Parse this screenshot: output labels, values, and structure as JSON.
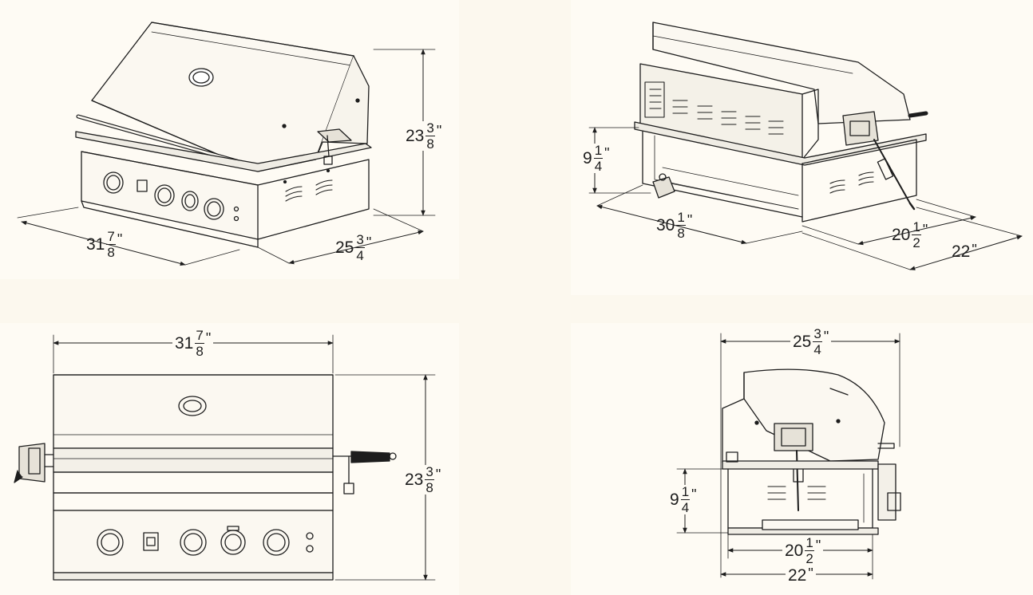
{
  "colors": {
    "background": "#fcf8ee",
    "panel": "#fefbf4",
    "line": "#1d1d1d"
  },
  "views": {
    "front_iso": {
      "width": {
        "whole": "31",
        "num": "7",
        "den": "8",
        "unit": "\""
      },
      "depth": {
        "whole": "25",
        "num": "3",
        "den": "4",
        "unit": "\""
      },
      "height": {
        "whole": "23",
        "num": "3",
        "den": "8",
        "unit": "\""
      }
    },
    "rear_iso": {
      "cutout_height": {
        "whole": "9",
        "num": "1",
        "den": "4",
        "unit": "\""
      },
      "cutout_width": {
        "whole": "30",
        "num": "1",
        "den": "8",
        "unit": "\""
      },
      "cutout_depth": {
        "whole": "20",
        "num": "1",
        "den": "2",
        "unit": "\""
      },
      "overall_depth": {
        "value": "22",
        "unit": "\""
      }
    },
    "front_elevation": {
      "width": {
        "whole": "31",
        "num": "7",
        "den": "8",
        "unit": "\""
      },
      "height": {
        "whole": "23",
        "num": "3",
        "den": "8",
        "unit": "\""
      }
    },
    "side_elevation": {
      "depth": {
        "whole": "25",
        "num": "3",
        "den": "4",
        "unit": "\""
      },
      "cutout_height": {
        "whole": "9",
        "num": "1",
        "den": "4",
        "unit": "\""
      },
      "cutout_depth": {
        "whole": "20",
        "num": "1",
        "den": "2",
        "unit": "\""
      },
      "overall_depth": {
        "value": "22",
        "unit": "\""
      }
    }
  }
}
